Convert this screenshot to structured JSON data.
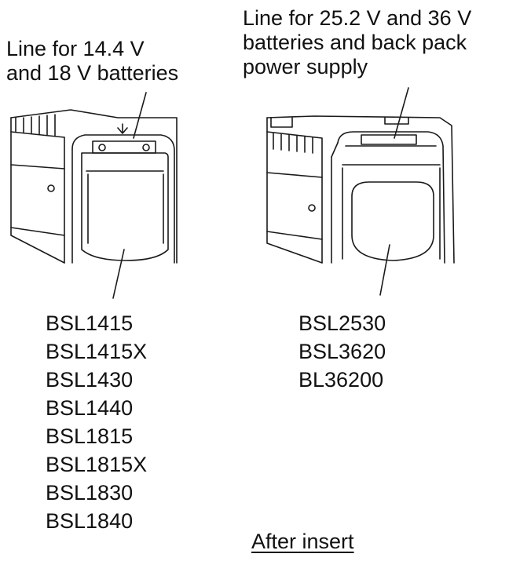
{
  "left_label": [
    "Line for 14.4 V",
    "and 18 V batteries"
  ],
  "right_label": [
    "Line for 25.2 V and 36 V",
    "batteries and back pack",
    "power supply"
  ],
  "left_models": [
    "BSL1415",
    "BSL1415X",
    "BSL1430",
    "BSL1440",
    "BSL1815",
    "BSL1815X",
    "BSL1830",
    "BSL1840"
  ],
  "right_models": [
    "BSL2530",
    "BSL3620",
    "BL36200"
  ],
  "caption": "After insert"
}
